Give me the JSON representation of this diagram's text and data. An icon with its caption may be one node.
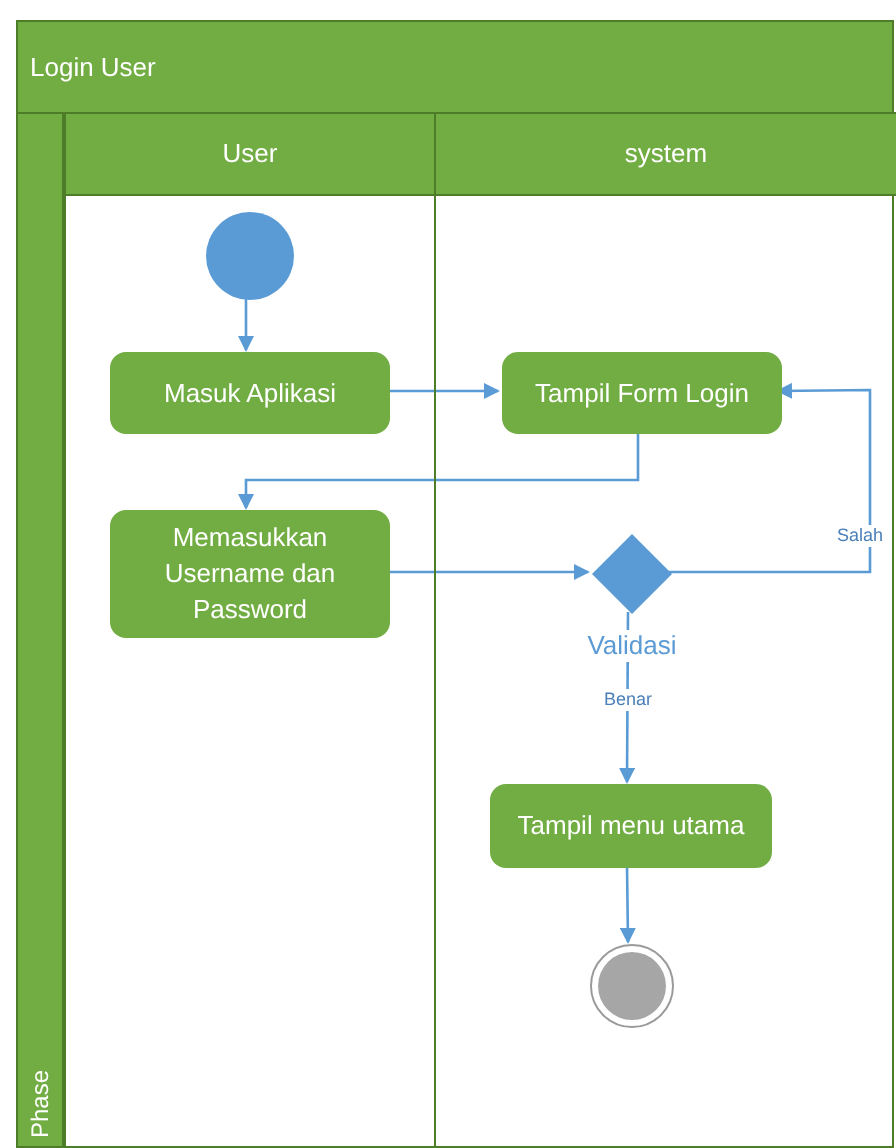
{
  "diagram": {
    "nodes": [
      {
        "text": [
          "Login User"
        ]
      },
      {
        "text": [
          "User"
        ],
        "in": 0
      },
      {
        "text": [
          "system"
        ],
        "in": 0
      },
      {
        "text": [],
        "shape": "circle",
        "in": 1
      },
      {
        "text": [
          "Masuk Aplikasi"
        ],
        "in": 1
      },
      {
        "text": [
          "Tampil Form Login"
        ],
        "in": 2
      },
      {
        "text": [
          "Memasukkan Username dan Password"
        ],
        "in": 1
      },
      {
        "text": [],
        "shape": "diamond",
        "beside": [
          "Validasi"
        ],
        "in": 2
      },
      {
        "text": [
          "Tampil menu utama"
        ],
        "in": 2
      },
      {
        "text": [],
        "shape": "circle",
        "in": 2
      }
    ],
    "edges": [
      {
        "from": 3,
        "to": 4,
        "arrow": "to"
      },
      {
        "from": 4,
        "to": 5,
        "arrow": "to"
      },
      {
        "from": 5,
        "to": 6,
        "arrow": "to"
      },
      {
        "from": 6,
        "to": 7,
        "arrow": "to"
      },
      {
        "from": 7,
        "to": 5,
        "arrow": "to",
        "label": "Salah"
      },
      {
        "from": 7,
        "to": 8,
        "arrow": "to",
        "label": "Benar"
      },
      {
        "from": 8,
        "to": 9,
        "arrow": "to"
      }
    ],
    "labels": [
      "Phase"
    ]
  }
}
